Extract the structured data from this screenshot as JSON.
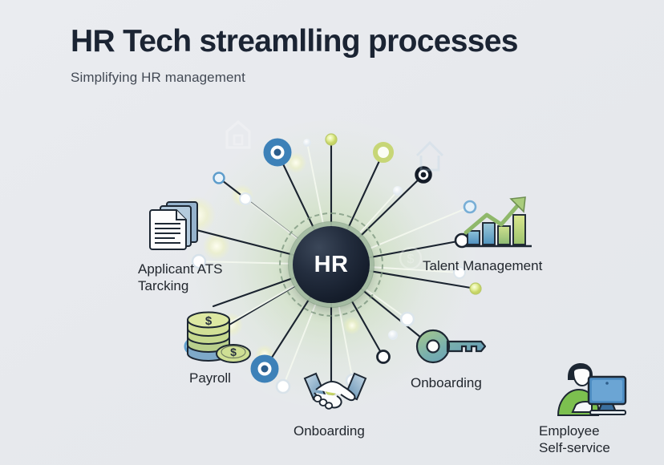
{
  "header": {
    "title": "HR Tech streamlling processes",
    "subtitle": "Simplifying HR management"
  },
  "hub": {
    "label": "HR",
    "core_color": "#16202e",
    "ring_color": "#7a947c",
    "glow_color": "#c6dbb2"
  },
  "canvas": {
    "background_color": "#e8eaee",
    "text_color": "#22272e",
    "title_color": "#1b2433"
  },
  "nodes": [
    {
      "id": "applicant-tracking",
      "label": "Applicant ATS\nTarcking",
      "icon": "documents-icon",
      "position": "left"
    },
    {
      "id": "talent-management",
      "label": "Talent Management",
      "icon": "bar-chart-growth-icon",
      "position": "right"
    },
    {
      "id": "payroll",
      "label": "Payroll",
      "icon": "coins-icon",
      "position": "bottom-left"
    },
    {
      "id": "onboarding-handshake",
      "label": "Onboarding",
      "icon": "handshake-icon",
      "position": "bottom-center"
    },
    {
      "id": "onboarding-key",
      "label": "Onboarding",
      "icon": "key-icon",
      "position": "bottom-right"
    },
    {
      "id": "employee-self-service",
      "label": "Employee\nSelf-service",
      "icon": "person-at-computer-icon",
      "position": "far-bottom-right"
    }
  ],
  "network": {
    "spoke_count": 24,
    "node_styles": [
      "blue-ring",
      "dark-ring",
      "light-ring",
      "green-dot",
      "blue-target",
      "dark-target"
    ],
    "accent_blue": "#4a90c2",
    "accent_green": "#d3e07a",
    "line_dark": "#1b2430",
    "line_light": "#f4f8ef"
  },
  "ghost_icons": [
    {
      "name": "house-shield-ghost-icon"
    },
    {
      "name": "home-outline-ghost-icon"
    },
    {
      "name": "dollar-circle-ghost-icon"
    }
  ]
}
